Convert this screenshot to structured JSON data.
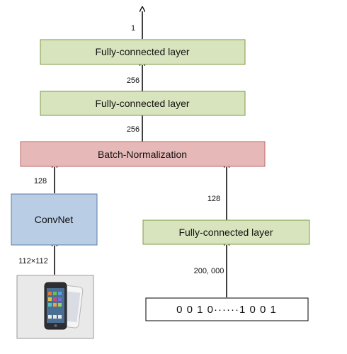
{
  "layers": {
    "fc_top": "Fully-connected layer",
    "fc_mid": "Fully-connected layer",
    "batch_norm": "Batch-Normalization",
    "convnet": "ConvNet",
    "fc_right": "Fully-connected layer",
    "input_vector": "0 0 1 0······1 0 0 1"
  },
  "dimensions": {
    "output": "1",
    "fc_mid_to_top": "256",
    "bn_to_fc_mid": "256",
    "conv_to_bn": "128",
    "fc_right_to_bn": "128",
    "image_to_conv": "112×112",
    "vector_to_fc_right": "200, 000"
  },
  "colors": {
    "fc": "#d7e4bd",
    "fc_border": "#7f9a48",
    "batch_norm": "#e6b9b8",
    "batch_norm_border": "#b86a6a",
    "convnet": "#b9cde5",
    "convnet_border": "#5a7ba6"
  },
  "icons": {
    "input_image": "smartphone-photo-icon"
  }
}
